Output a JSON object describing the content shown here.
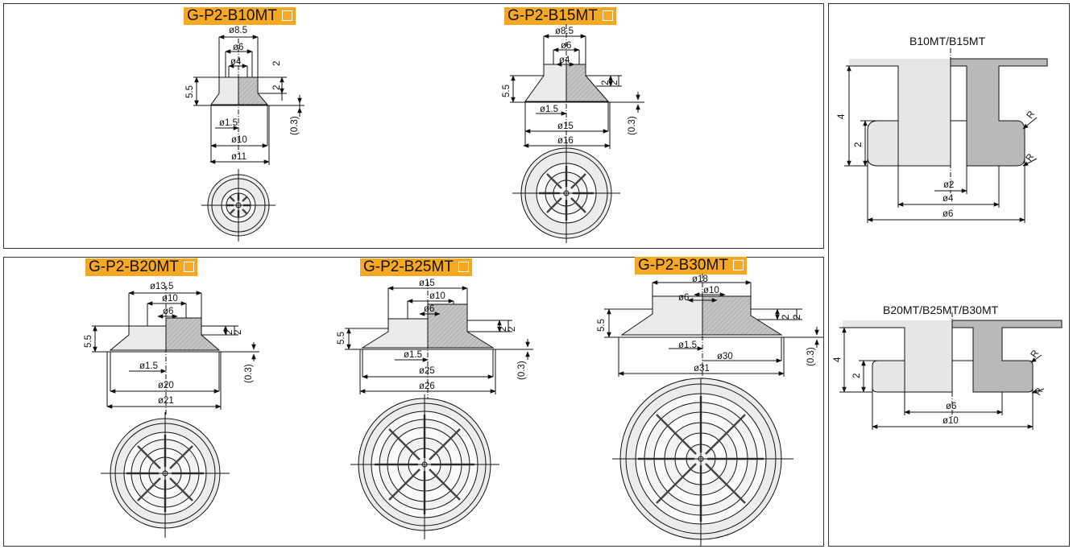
{
  "colors": {
    "tag": "#f7a823",
    "hatch": "#b9b9b9",
    "body": "#e6e6e6",
    "line": "#111111"
  },
  "top": {
    "b10": {
      "label": "G-P2-B10MT",
      "d_a": "ø8.5",
      "d_b": "ø6",
      "d_c": "ø4",
      "d_hole": "ø1.5",
      "d_lip": "ø10",
      "d_out": "ø11",
      "h_total": "5.5",
      "h_top": "2",
      "h_mid": "2",
      "h_lip": "(0.3)"
    },
    "b15": {
      "label": "G-P2-B15MT",
      "d_a": "ø8.5",
      "d_b": "ø6",
      "d_c": "ø4",
      "d_hole": "ø1.5",
      "d_lip": "ø15",
      "d_out": "ø16",
      "h_total": "5.5",
      "h_top": "2",
      "h_mid": "2",
      "h_lip": "(0.3)"
    }
  },
  "bottom": {
    "b20": {
      "label": "G-P2-B20MT",
      "d_a": "ø13.5",
      "d_b": "ø10",
      "d_c": "ø6",
      "d_hole": "ø1.5",
      "d_lip": "ø20",
      "d_out": "ø21",
      "h_total": "5.5",
      "h_top": "2",
      "h_mid": "2",
      "h_lip": "(0.3)"
    },
    "b25": {
      "label": "G-P2-B25MT",
      "d_a": "ø15",
      "d_b": "ø10",
      "d_c": "ø6",
      "d_hole": "ø1.5",
      "d_lip": "ø25",
      "d_out": "ø26",
      "h_total": "5.5",
      "h_top": "2",
      "h_mid": "2",
      "h_lip": "(0.3)"
    },
    "b30": {
      "label": "G-P2-B30MT",
      "d_a": "ø18",
      "d_b": "ø10",
      "d_c": "ø6",
      "d_hole": "ø1.5",
      "d_lip": "ø30",
      "d_out": "ø31",
      "h_total": "5.5",
      "h_top": "2",
      "h_mid": "2",
      "h_lip": "(0.3)"
    }
  },
  "details": {
    "upper": {
      "title": "B10MT/B15MT",
      "d_small": "ø2",
      "d_mid": "ø4",
      "d_big": "ø6",
      "h_total": "4",
      "h_part": "2",
      "r1": "R",
      "r2": "R"
    },
    "lower": {
      "title": "B20MT/B25MT/B30MT",
      "d_mid": "ø6",
      "d_big": "ø10",
      "h_total": "4",
      "h_part": "2",
      "r1": "R",
      "r2": "R"
    }
  }
}
